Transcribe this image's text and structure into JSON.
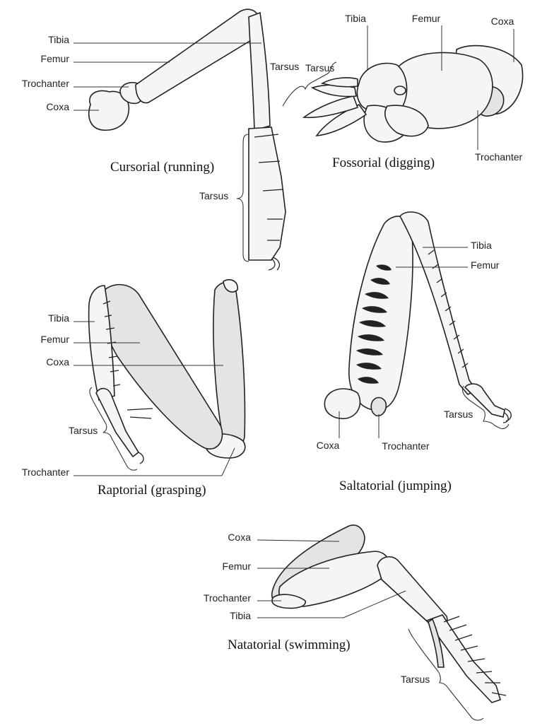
{
  "parts": {
    "tibia": "Tibia",
    "femur": "Femur",
    "trochanter": "Trochanter",
    "coxa": "Coxa",
    "tarsus": "Tarsus"
  },
  "captions": {
    "cursorial": "Cursorial (running)",
    "fossorial": "Fossorial (digging)",
    "raptorial": "Raptorial  (grasping)",
    "saltatorial": "Saltatorial (jumping)",
    "natatorial": "Natatorial (swimming)"
  }
}
